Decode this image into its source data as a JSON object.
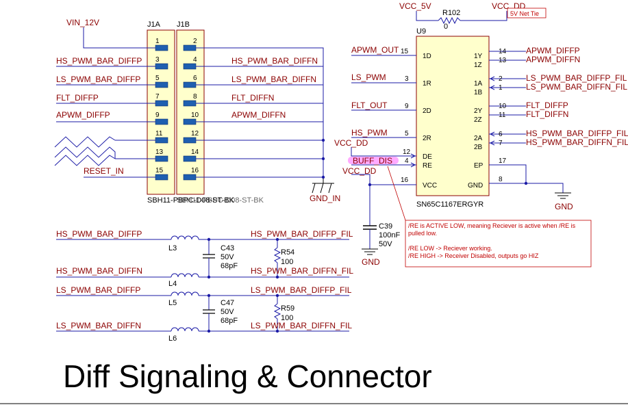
{
  "title": "Diff Signaling & Connector",
  "connector": {
    "ref_a": "J1A",
    "ref_b": "J1B",
    "part_label": "SBH11-PBPC-D08-ST-BK",
    "left_pins": [
      "1",
      "3",
      "5",
      "7",
      "9",
      "11",
      "13",
      "15"
    ],
    "right_pins": [
      "2",
      "4",
      "6",
      "8",
      "10",
      "12",
      "14",
      "16"
    ],
    "left_nets": [
      "VIN_12V",
      "HS_PWM_BAR_DIFFP",
      "LS_PWM_BAR_DIFFP",
      "FLT_DIFFP",
      "APWM_DIFFP",
      "",
      "",
      "RESET_IN"
    ],
    "right_nets": [
      "",
      "HS_PWM_BAR_DIFFN",
      "LS_PWM_BAR_DIFFN",
      "FLT_DIFFN",
      "APWM_DIFFN",
      "",
      "",
      ""
    ],
    "gnd_label": "GND_IN"
  },
  "resistor_tie": {
    "left_net": "VCC_5V",
    "ref": "R102",
    "value": "0",
    "right_net": "VCC_DD",
    "note": "5V Net Tie"
  },
  "ic": {
    "ref": "U9",
    "part": "SN65C1167ERGYR",
    "left_pins": [
      {
        "num": "15",
        "name": "1D",
        "net": "APWM_OUT"
      },
      {
        "num": "3",
        "name": "1R",
        "net": "LS_PWM"
      },
      {
        "num": "9",
        "name": "2D",
        "net": "FLT_OUT"
      },
      {
        "num": "5",
        "name": "2R",
        "net": "HS_PWM"
      },
      {
        "num": "12",
        "name": "DE",
        "net": "VCC_DD"
      },
      {
        "num": "4",
        "name": "RE",
        "net": "BUFF_DIS"
      },
      {
        "num": "16",
        "name": "VCC",
        "net": "VCC_DD"
      }
    ],
    "right_pins": [
      {
        "num": "14",
        "name": "1Y",
        "net": "APWM_DIFFP"
      },
      {
        "num": "13",
        "name": "1Z",
        "net": "APWM_DIFFN"
      },
      {
        "num": "2",
        "name": "1A",
        "net": "LS_PWM_BAR_DIFFP_FIL"
      },
      {
        "num": "1",
        "name": "1B",
        "net": "LS_PWM_BAR_DIFFN_FIL"
      },
      {
        "num": "10",
        "name": "2Y",
        "net": "FLT_DIFFP"
      },
      {
        "num": "11",
        "name": "2Z",
        "net": "FLT_DIFFN"
      },
      {
        "num": "6",
        "name": "2A",
        "net": "HS_PWM_BAR_DIFFP_FIL"
      },
      {
        "num": "7",
        "name": "2B",
        "net": "HS_PWM_BAR_DIFFN_FIL"
      },
      {
        "num": "17",
        "name": "EP",
        "net": ""
      },
      {
        "num": "8",
        "name": "GND",
        "net": ""
      }
    ],
    "gnd_label": "GND"
  },
  "cap_c39": {
    "ref": "C39",
    "value": "100nF",
    "voltage": "50V",
    "gnd_label": "GND"
  },
  "note_lines": [
    "/RE is ACTIVE LOW, meaning Reciever is active when /RE is",
    "pulled low.",
    "/RE LOW -> Reciever working.",
    "/RE HIGH -> Receiver Disabled, outputs go HIZ"
  ],
  "filters": [
    {
      "in_p": "HS_PWM_BAR_DIFFP",
      "in_n": "HS_PWM_BAR_DIFFN",
      "out_p": "HS_PWM_BAR_DIFFP_FIL",
      "out_n": "HS_PWM_BAR_DIFFN_FIL",
      "l_p": "L3",
      "l_n": "L4",
      "cap_ref": "C43",
      "cap_voltage": "50V",
      "cap_value": "68pF",
      "res_ref": "R54",
      "res_value": "100"
    },
    {
      "in_p": "LS_PWM_BAR_DIFFP",
      "in_n": "LS_PWM_BAR_DIFFN",
      "out_p": "LS_PWM_BAR_DIFFP_FIL",
      "out_n": "LS_PWM_BAR_DIFFN_FIL",
      "l_p": "L5",
      "l_n": "L6",
      "cap_ref": "C47",
      "cap_voltage": "50V",
      "cap_value": "68pF",
      "res_ref": "R59",
      "res_value": "100"
    }
  ],
  "colors": {
    "wire": "#1a1aa6",
    "label": "#8b0000",
    "ic_fill": "#ffffcc",
    "note": "#c00000",
    "pad": "#1f5fb0",
    "highlight": "#ff66ff"
  }
}
